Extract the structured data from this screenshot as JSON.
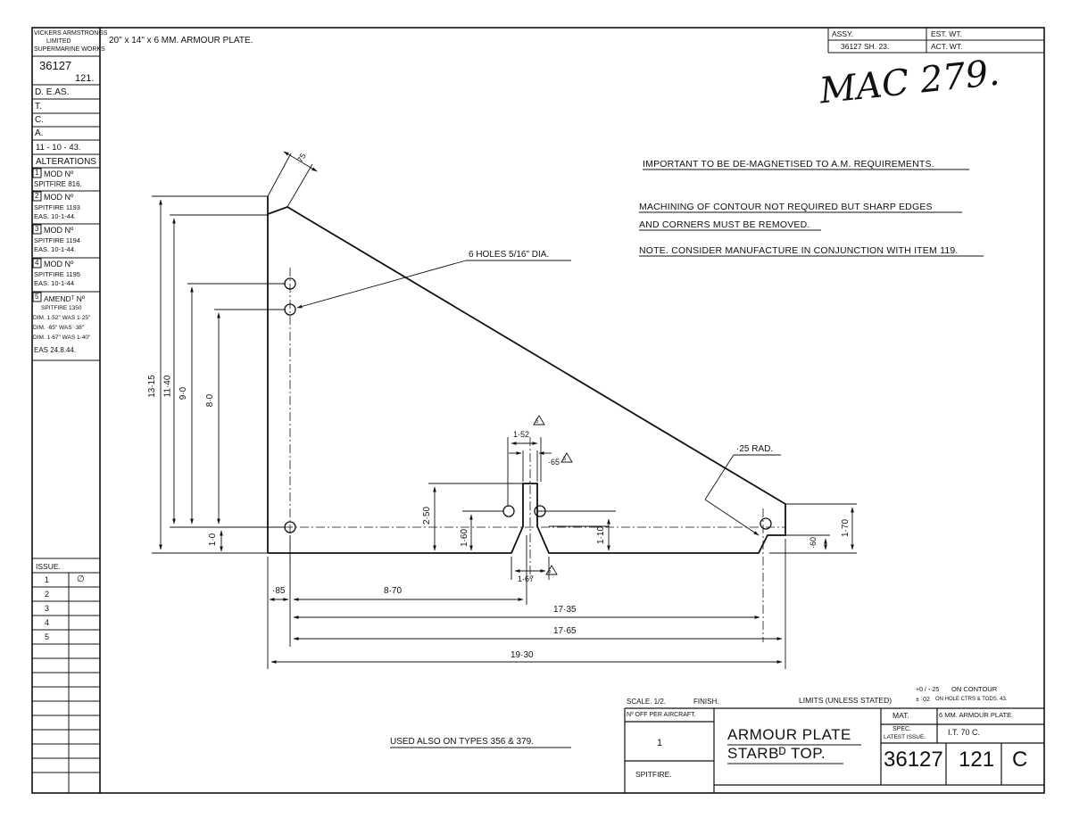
{
  "sidebar": {
    "maker": [
      "VICKERS ARMSTRONGS",
      "LIMITED",
      "SUPERMARINE WORKS"
    ],
    "drawing_no": "36127",
    "item_no": "121.",
    "checks": {
      "d": "D. E.AS.",
      "t": "T.",
      "c": "C.",
      "a": "A."
    },
    "date": "11 - 10 - 43.",
    "alterations_title": "ALTERATIONS",
    "alterations": [
      {
        "num": "1",
        "head": "MOD Nº",
        "lines": [
          "SPITFIRE 816."
        ]
      },
      {
        "num": "2",
        "head": "MOD Nº",
        "lines": [
          "SPITFIRE 1193",
          "EAS. 10-1-44."
        ]
      },
      {
        "num": "3",
        "head": "MOD Nº",
        "lines": [
          "SPITFIRE 1194",
          "EAS. 10-1-44."
        ]
      },
      {
        "num": "4",
        "head": "MOD Nº",
        "lines": [
          "SPITFIRE 1195",
          "EAS. 10-1-44"
        ]
      },
      {
        "num": "5",
        "head": "AMENDᵀ Nº",
        "lines": [
          "SPITFIRE 1350",
          "DIM. 1·52\" WAS 1·25\"",
          "DIM. ·65\" WAS ·38\"",
          "DIM. 1·67\" WAS 1·40\"",
          "EAS 24.8.44."
        ]
      }
    ],
    "issue_title": "ISSUE.",
    "issues": [
      "1",
      "2",
      "3",
      "4",
      "5"
    ],
    "issue_mark": "∅"
  },
  "header": {
    "part_title": "20\" x 14\" x 6 MM. ARMOUR PLATE.",
    "assy_label": "ASSY.",
    "assy_value": "36127 SH. 23.",
    "est_wt": "EST. WT.",
    "act_wt": "ACT. WT.",
    "handwritten": "MAC 279."
  },
  "notes": [
    "IMPORTANT TO BE DE-MAGNETISED TO A.M. REQUIREMENTS.",
    "MACHINING OF CONTOUR NOT REQUIRED BUT SHARP EDGES",
    "AND CORNERS MUST BE REMOVED.",
    "NOTE. CONSIDER MANUFACTURE IN CONJUNCTION WITH ITEM 119."
  ],
  "callouts": {
    "holes": "6 HOLES 5/16\" DIA.",
    "radius": "·25 RAD."
  },
  "dimensions": {
    "corner": "·75",
    "slot_width": "1·52",
    "slot_width_amend": "5",
    "slot_inner": "·65",
    "slot_inner_amend": "5",
    "slot_base": "1·67",
    "slot_base_amend": "5",
    "h_total": "13·15",
    "h_1140": "11·40",
    "h_90": "9·0",
    "h_80": "8·0",
    "h_10": "1·0",
    "h_250": "2·50",
    "h_160": "1·60",
    "h_110": "1·10",
    "h_170": "1·70",
    "h_60": "·60",
    "w_85": "·85",
    "w_870": "8·70",
    "w_1735": "17·35",
    "w_1765": "17·65",
    "w_1930": "19·30"
  },
  "footer": {
    "used_also": "USED ALSO ON TYPES 356 & 379.",
    "scale": "SCALE. 1/2.",
    "finish": "FINISH.",
    "limits": "LIMITS (UNLESS STATED)",
    "tol1_val": "+0 / -·25",
    "tol1_text": "ON CONTOUR",
    "tol2_val": "± ·02",
    "tol2_text": "ON HOLE CTRS & TODS. 43.",
    "off_label": "Nº OFF PER AIRCRAFT.",
    "off_value": "1",
    "aircraft": "SPITFIRE.",
    "title_1": "ARMOUR PLATE",
    "title_2": "STARBᴰ TOP.",
    "mat_label": "MAT.",
    "mat_value": "6 MM. ARMOUR PLATE.",
    "spec_label": "SPEC.",
    "latest_issue": "LATEST ISSUE.",
    "spec_value": "I.T. 70 C.",
    "drawing_no": "36127",
    "item_no": "121",
    "issue_letter": "C"
  }
}
